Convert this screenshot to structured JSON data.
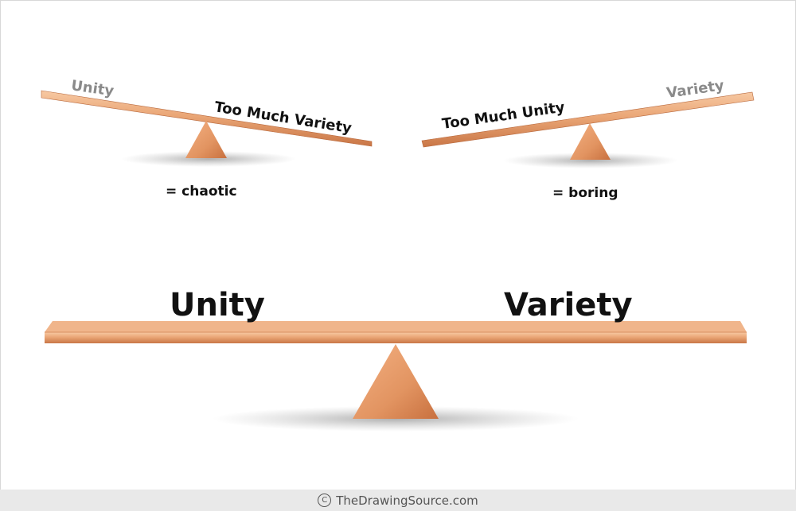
{
  "left_seesaw": {
    "high_label": "Unity",
    "low_label": "Too Much Variety",
    "result": "= chaotic"
  },
  "right_seesaw": {
    "low_label": "Too Much Unity",
    "high_label": "Variety",
    "result": "= boring"
  },
  "balanced_seesaw": {
    "left_label": "Unity",
    "right_label": "Variety"
  },
  "footer": {
    "copyright_symbol": "C",
    "source": "TheDrawingSource.com"
  },
  "colors": {
    "wood_light": "#f3b98c",
    "wood_mid": "#e49a6a",
    "wood_dark": "#c06a3d",
    "muted_label": "#8a8a8a",
    "strong_label": "#111111"
  }
}
